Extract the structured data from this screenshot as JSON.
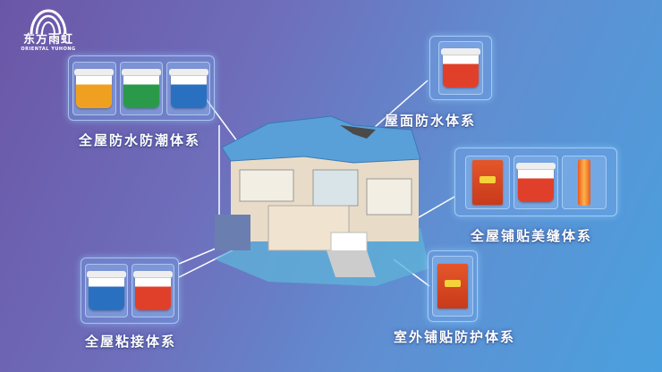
{
  "brand": {
    "name_cn": "东方雨虹",
    "name_en": "ORIENTAL YUHONG"
  },
  "systems": [
    {
      "label": "全屋防水防潮体系"
    },
    {
      "label": "屋面防水体系"
    },
    {
      "label": "全屋铺贴美缝体系"
    },
    {
      "label": "全屋粘接体系"
    },
    {
      "label": "室外铺贴防护体系"
    }
  ],
  "colors": {
    "orange": "#f0a020",
    "green": "#2a9a4a",
    "blue": "#2a70c0",
    "red": "#e0402a"
  }
}
